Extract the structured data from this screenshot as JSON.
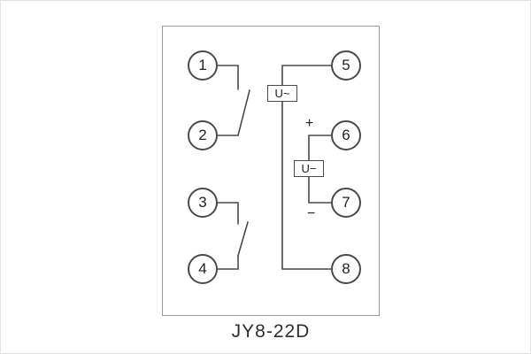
{
  "diagram": {
    "caption": "JY8-22D",
    "terminals": [
      "1",
      "2",
      "3",
      "4",
      "5",
      "6",
      "7",
      "8"
    ],
    "labels": {
      "ac_voltage": "U~",
      "dc_voltage": "U−",
      "plus": "+",
      "minus": "−"
    },
    "colors": {
      "line": "#4a4a4a",
      "outline": "#9a9a9a",
      "text": "#222222"
    }
  }
}
